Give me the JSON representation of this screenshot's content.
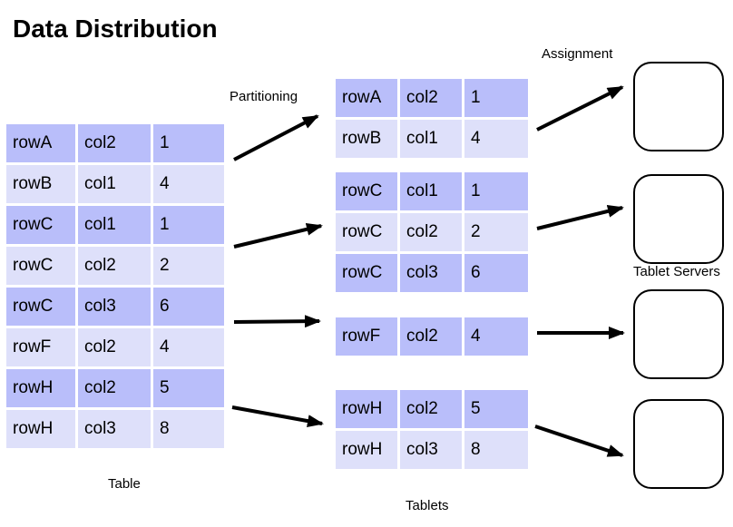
{
  "title": "Data Distribution",
  "labels": {
    "partitioning": "Partitioning",
    "assignment": "Assignment",
    "table": "Table",
    "tablets": "Tablets",
    "tablet_servers": "Tablet Servers"
  },
  "colors": {
    "row_dark": "#b9befa",
    "row_light": "#dee0fa",
    "arrow": "#000000",
    "box_border": "#000000"
  },
  "table": {
    "caption": "Table",
    "rows": [
      [
        "rowA",
        "col2",
        "1"
      ],
      [
        "rowB",
        "col1",
        "4"
      ],
      [
        "rowC",
        "col1",
        "1"
      ],
      [
        "rowC",
        "col2",
        "2"
      ],
      [
        "rowC",
        "col3",
        "6"
      ],
      [
        "rowF",
        "col2",
        "4"
      ],
      [
        "rowH",
        "col2",
        "5"
      ],
      [
        "rowH",
        "col3",
        "8"
      ]
    ]
  },
  "tablets": [
    {
      "rows": [
        [
          "rowA",
          "col2",
          "1"
        ],
        [
          "rowB",
          "col1",
          "4"
        ]
      ]
    },
    {
      "rows": [
        [
          "rowC",
          "col1",
          "1"
        ],
        [
          "rowC",
          "col2",
          "2"
        ],
        [
          "rowC",
          "col3",
          "6"
        ]
      ]
    },
    {
      "rows": [
        [
          "rowF",
          "col2",
          "4"
        ]
      ]
    },
    {
      "rows": [
        [
          "rowH",
          "col2",
          "5"
        ],
        [
          "rowH",
          "col3",
          "8"
        ]
      ]
    }
  ],
  "server_count": 4
}
